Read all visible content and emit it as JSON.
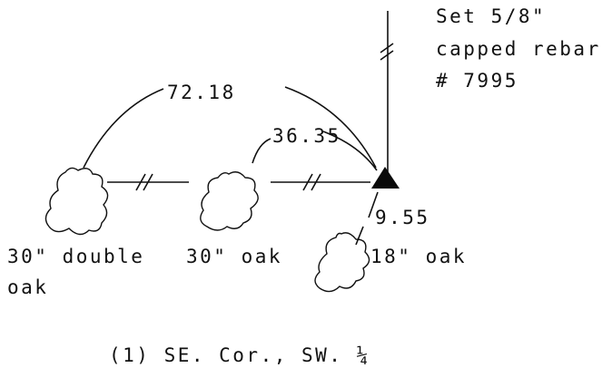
{
  "monument": {
    "label": [
      "Set 5/8\"",
      "capped rebar",
      "# 7995"
    ]
  },
  "bearing_trees": [
    {
      "label": [
        "30\" double",
        "oak"
      ],
      "distance": "72.18"
    },
    {
      "label": [
        "30\" oak"
      ],
      "distance": "36.35"
    },
    {
      "label": [
        "18\" oak"
      ],
      "distance": "9.55"
    }
  ],
  "caption": "(1) SE. Cor., SW. ¼"
}
